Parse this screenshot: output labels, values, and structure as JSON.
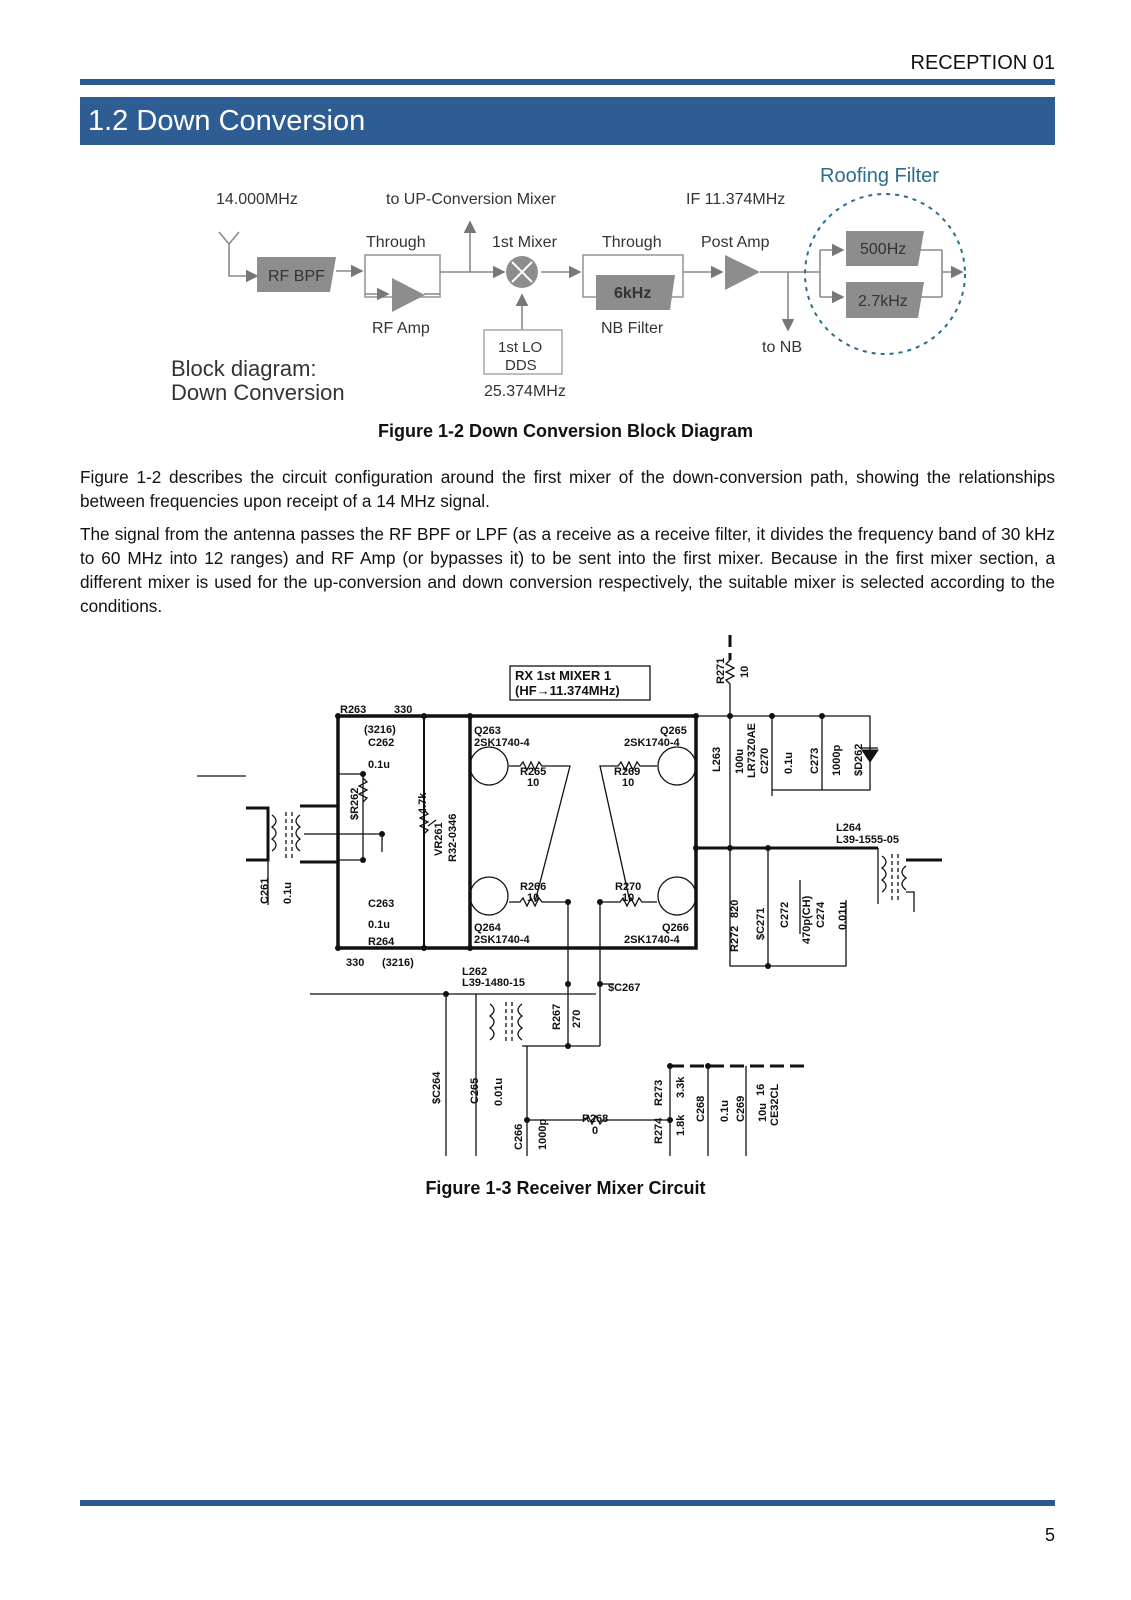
{
  "header": {
    "section_tag": "RECEPTION 01",
    "title": "1.2 Down Conversion"
  },
  "block_diagram": {
    "freq_in": "14.000MHz",
    "to_up_mixer": "to UP-Conversion Mixer",
    "if_freq": "IF 11.374MHz",
    "roofing_label": "Roofing Filter",
    "rf_bpf": "RF BPF",
    "through1": "Through",
    "rf_amp": "RF Amp",
    "mixer1": "1st Mixer",
    "lo_line1": "1st LO",
    "lo_line2": "DDS",
    "lo_freq": "25.374MHz",
    "through2": "Through",
    "nb_6k": "6kHz",
    "nb_filter": "NB Filter",
    "post_amp": "Post Amp",
    "to_nb": "to NB",
    "rf_500": "500Hz",
    "rf_27": "2.7kHz",
    "side_title1": "Block diagram:",
    "side_title2": "Down Conversion",
    "caption": "Figure 1-2  Down Conversion Block Diagram"
  },
  "body": {
    "para1": "Figure 1-2 describes the circuit configuration around the first mixer of the down-conversion path, showing the relationships between frequencies upon receipt of a 14 MHz signal.",
    "para2": "The signal from the antenna passes the RF BPF or LPF (as a receive as a receive filter, it divides the frequency band of 30 kHz to 60 MHz into 12 ranges) and RF Amp (or bypasses it) to be sent into the first mixer.  Because in the first mixer section, a different mixer is used for the up-conversion and down conversion respectively, the suitable mixer is selected according to the conditions."
  },
  "schematic": {
    "title_line1": "RX 1st MIXER 1",
    "title_line2": "(HF→11.374MHz)",
    "r263": "R263",
    "r263_val": "330",
    "r263_pkg": "(3216)",
    "c262": "C262",
    "c262_val": "0.1u",
    "sr262": "$R262",
    "vr261_val": "4.7k",
    "vr261": "VR261",
    "vr261_pn": "R32-0346",
    "c261": "C261",
    "c261_val": "0.1u",
    "c263": "C263",
    "c263_val": "0.1u",
    "r264": "R264",
    "r264_val": "330",
    "r264_pkg": "(3216)",
    "q263": "Q263",
    "q263_pn": "2SK1740-4",
    "q265": "Q265",
    "q265_pn": "2SK1740-4",
    "q264": "Q264",
    "q264_pn": "2SK1740-4",
    "q266": "Q266",
    "q266_pn": "2SK1740-4",
    "r265": "R265",
    "r265_val": "10",
    "r269": "R269",
    "r269_val": "10",
    "r266": "R266",
    "r266_val": "10",
    "r270": "R270",
    "r270_val": "10",
    "r271": "R271",
    "r271_val": "10",
    "l263": "L263",
    "l263_val": "100u",
    "l263_pn": "LR73Z0AE",
    "c270": "C270",
    "c270_val": "0.1u",
    "c273": "C273",
    "c273_val": "1000p",
    "sd262": "$D262",
    "l264": "L264",
    "l264_pn": "L39-1555-05",
    "r272": "R272",
    "r272_val": "820",
    "sc271": "$C271",
    "c272": "C272",
    "c272_val": "470p(CH)",
    "c274": "C274",
    "c274_val": "0.01u",
    "l262": "L262",
    "l262_pn": "L39-1480-15",
    "sc267": "$C267",
    "r267": "R267",
    "r267_val": "270",
    "sc264": "$C264",
    "c265": "C265",
    "c265_val": "0.01u",
    "c266": "C266",
    "c266_val": "1000p",
    "r268": "R268",
    "r268_val": "0",
    "r273": "R273",
    "r273_val": "3.3k",
    "r274": "R274",
    "r274_val": "1.8k",
    "c268": "C268",
    "c268_val": "0.1u",
    "c269": "C269",
    "c269_val": "10u",
    "c269_v": "16",
    "c269_pn": "CE32CL",
    "caption": "Figure 1-3  Receiver Mixer Circuit"
  },
  "footer": {
    "page_number": "5"
  },
  "colors": {
    "accent": "#2e5d94",
    "roofing_teal": "#2a6e8c"
  }
}
